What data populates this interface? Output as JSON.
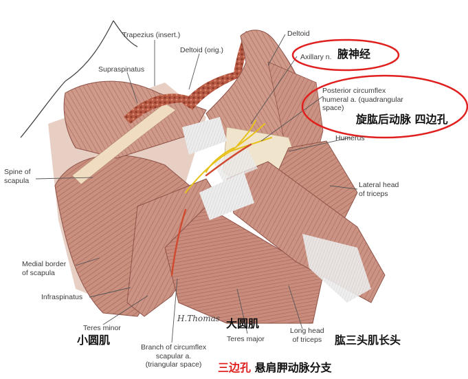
{
  "labels": {
    "trapezius": "Trapezius (insert.)",
    "deltoid_orig": "Deltoid (orig.)",
    "supraspinatus": "Supraspinatus",
    "deltoid": "Deltoid",
    "axillary_n": "Axillary n.",
    "posterior_circumflex": [
      "Posterior circumflex",
      "humeral a. (quadrangular",
      "space)"
    ],
    "humerus": "Humerus",
    "spine_of_scapula": [
      "Spine of",
      "scapula"
    ],
    "lateral_head": [
      "Lateral head",
      "of triceps"
    ],
    "medial_border": [
      "Medial border",
      "of scapula"
    ],
    "infraspinatus": "Infraspinatus",
    "teres_minor": "Teres minor",
    "teres_major": "Teres major",
    "long_head": [
      "Long head",
      "of triceps"
    ],
    "branch_circumflex": [
      "Branch of circumflex",
      "scapular a.",
      "(triangular space)"
    ]
  },
  "annotations": {
    "axillary_nerve_zh": "腋神经",
    "humeral_artery_zh": "旋肱后动脉",
    "quadrangular_space_zh": "四边孔",
    "teres_minor_zh": "小圆肌",
    "teres_major_zh": "大圆肌",
    "long_head_triceps_zh": "肱三头肌长头",
    "triangular_space_zh": "三边孔",
    "circumflex_scapular_zh": "悬肩胛动脉分支"
  },
  "signature": "H.Thomas",
  "colors": {
    "muscle": "#c98f82",
    "muscle_dark": "#a8665a",
    "tendon": "#e8e8e8",
    "bone": "#f1e4cc",
    "nerve": "#e6c21a",
    "artery": "#d04a30",
    "annotation_circle": "#e0201e",
    "annotation_highlight": "#e0201e"
  }
}
